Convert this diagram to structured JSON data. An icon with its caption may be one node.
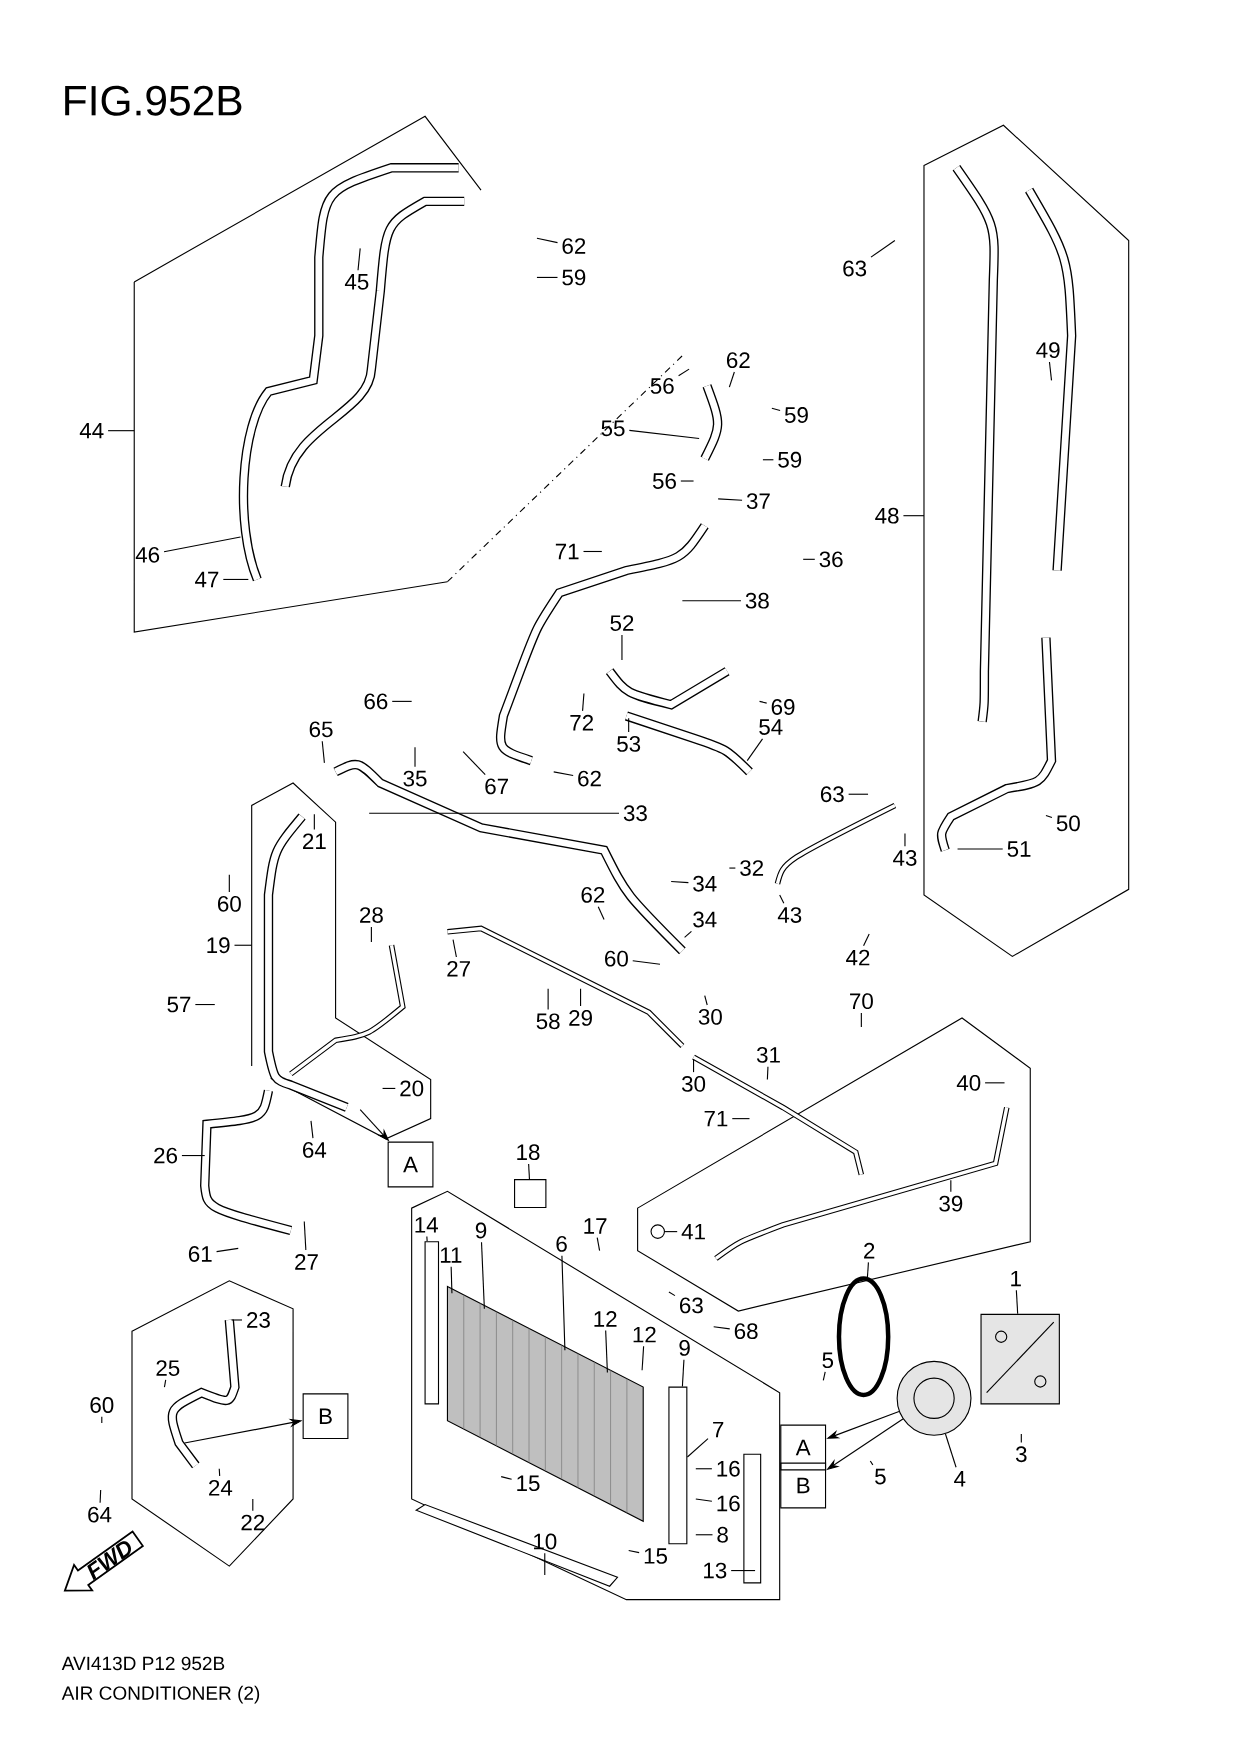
{
  "diagram": {
    "title": "FIG.952B",
    "nodes": [
      {
        "text": [
          "45"
        ]
      },
      {
        "text": [
          "62"
        ]
      },
      {
        "text": [
          "59"
        ]
      },
      {
        "text": [
          "44"
        ]
      },
      {
        "text": [
          "46"
        ]
      },
      {
        "text": [
          "47"
        ]
      },
      {
        "text": [
          "62"
        ]
      },
      {
        "text": [
          "56"
        ]
      },
      {
        "text": [
          "55"
        ]
      },
      {
        "text": [
          "59"
        ]
      },
      {
        "text": [
          "59"
        ]
      },
      {
        "text": [
          "56"
        ]
      },
      {
        "text": [
          "37"
        ]
      },
      {
        "text": [
          "36"
        ]
      },
      {
        "text": [
          "71"
        ]
      },
      {
        "text": [
          "38"
        ]
      },
      {
        "text": [
          "52"
        ]
      },
      {
        "text": [
          "72"
        ]
      },
      {
        "text": [
          "69"
        ]
      },
      {
        "text": [
          "53"
        ]
      },
      {
        "text": [
          "54"
        ]
      },
      {
        "text": [
          "66"
        ]
      },
      {
        "text": [
          "65"
        ]
      },
      {
        "text": [
          "35"
        ]
      },
      {
        "text": [
          "67"
        ]
      },
      {
        "text": [
          "62"
        ]
      },
      {
        "text": [
          "33"
        ]
      },
      {
        "text": [
          "32"
        ]
      },
      {
        "text": [
          "34"
        ]
      },
      {
        "text": [
          "34"
        ]
      },
      {
        "text": [
          "62"
        ]
      },
      {
        "text": [
          "60"
        ]
      },
      {
        "text": [
          "21"
        ]
      },
      {
        "text": [
          "60"
        ]
      },
      {
        "text": [
          "19"
        ]
      },
      {
        "text": [
          "28"
        ]
      },
      {
        "text": [
          "27"
        ]
      },
      {
        "text": [
          "29"
        ]
      },
      {
        "text": [
          "58"
        ]
      },
      {
        "text": [
          "30"
        ]
      },
      {
        "text": [
          "30"
        ]
      },
      {
        "text": [
          "31"
        ]
      },
      {
        "text": [
          "57"
        ]
      },
      {
        "text": [
          "20"
        ]
      },
      {
        "text": [
          "64"
        ]
      },
      {
        "text": [
          "26"
        ]
      },
      {
        "text": [
          "A"
        ]
      },
      {
        "text": [
          "70"
        ]
      },
      {
        "text": [
          "40"
        ]
      },
      {
        "text": [
          "71"
        ]
      },
      {
        "text": [
          "39"
        ]
      },
      {
        "text": [
          "41"
        ]
      },
      {
        "text": [
          "18"
        ]
      },
      {
        "text": [
          "17"
        ]
      },
      {
        "text": [
          "14"
        ]
      },
      {
        "text": [
          "11"
        ]
      },
      {
        "text": [
          "9"
        ]
      },
      {
        "text": [
          "6"
        ]
      },
      {
        "text": [
          "63"
        ]
      },
      {
        "text": [
          "68"
        ]
      },
      {
        "text": [
          "61"
        ]
      },
      {
        "text": [
          "27"
        ]
      },
      {
        "text": [
          "23"
        ]
      },
      {
        "text": [
          "25"
        ]
      },
      {
        "text": [
          "60"
        ]
      },
      {
        "text": [
          "B"
        ]
      },
      {
        "text": [
          "24"
        ]
      },
      {
        "text": [
          "64"
        ]
      },
      {
        "text": [
          "22"
        ]
      },
      {
        "text": [
          "12"
        ]
      },
      {
        "text": [
          "12"
        ]
      },
      {
        "text": [
          "9"
        ]
      },
      {
        "text": [
          "7"
        ]
      },
      {
        "text": [
          "16"
        ]
      },
      {
        "text": [
          "16"
        ]
      },
      {
        "text": [
          "15"
        ]
      },
      {
        "text": [
          "10"
        ]
      },
      {
        "text": [
          "8"
        ]
      },
      {
        "text": [
          "15"
        ]
      },
      {
        "text": [
          "13"
        ]
      },
      {
        "text": [
          "2"
        ]
      },
      {
        "text": [
          "1"
        ]
      },
      {
        "text": [
          "5"
        ]
      },
      {
        "text": [
          "A"
        ]
      },
      {
        "text": [
          "4"
        ]
      },
      {
        "text": [
          "3"
        ]
      },
      {
        "text": [
          "5"
        ]
      },
      {
        "text": [
          "B"
        ]
      },
      {
        "text": [
          "63"
        ]
      },
      {
        "text": [
          "49"
        ]
      },
      {
        "text": [
          "48"
        ]
      },
      {
        "text": [
          "50"
        ]
      },
      {
        "text": [
          "51"
        ]
      },
      {
        "text": [
          "63"
        ]
      },
      {
        "text": [
          "43"
        ]
      },
      {
        "text": [
          "43"
        ]
      },
      {
        "text": [
          "42"
        ]
      },
      {
        "text": [],
        "shape": "bar"
      },
      {
        "text": [],
        "shape": "box"
      },
      {
        "text": [],
        "shape": "picture"
      },
      {
        "text": [],
        "shape": "circle"
      },
      {
        "text": [],
        "shape": "bar"
      },
      {
        "text": [],
        "shape": "belt"
      },
      {
        "text": [],
        "shape": "picture"
      },
      {
        "text": [],
        "shape": "picture"
      }
    ],
    "edges": [
      {
        "from": 0,
        "to": null,
        "arrow": "none"
      },
      {
        "from": 1,
        "to": null,
        "arrow": "none"
      },
      {
        "from": 2,
        "to": null,
        "arrow": "none"
      },
      {
        "from": 3,
        "to": null,
        "arrow": "none"
      },
      {
        "from": 4,
        "to": null,
        "arrow": "none"
      },
      {
        "from": 5,
        "to": null,
        "arrow": "none"
      },
      {
        "from": 6,
        "to": null,
        "arrow": "none"
      },
      {
        "from": 7,
        "to": null,
        "arrow": "none"
      },
      {
        "from": 8,
        "to": null,
        "arrow": "none"
      },
      {
        "from": 9,
        "to": null,
        "arrow": "none"
      },
      {
        "from": 10,
        "to": null,
        "arrow": "none"
      },
      {
        "from": 11,
        "to": null,
        "arrow": "none"
      },
      {
        "from": 12,
        "to": null,
        "arrow": "none"
      },
      {
        "from": 13,
        "to": null,
        "arrow": "none"
      },
      {
        "from": 14,
        "to": null,
        "arrow": "none"
      },
      {
        "from": 15,
        "to": null,
        "arrow": "none"
      },
      {
        "from": 16,
        "to": null,
        "arrow": "none"
      },
      {
        "from": 17,
        "to": null,
        "arrow": "none"
      },
      {
        "from": 18,
        "to": null,
        "arrow": "none"
      },
      {
        "from": 19,
        "to": null,
        "arrow": "none"
      },
      {
        "from": 20,
        "to": null,
        "arrow": "none"
      },
      {
        "from": 21,
        "to": null,
        "arrow": "none"
      },
      {
        "from": 22,
        "to": null,
        "arrow": "none"
      },
      {
        "from": 23,
        "to": null,
        "arrow": "none"
      },
      {
        "from": 24,
        "to": null,
        "arrow": "none"
      },
      {
        "from": 25,
        "to": null,
        "arrow": "none"
      },
      {
        "from": 26,
        "to": null,
        "arrow": "none"
      },
      {
        "from": 27,
        "to": null,
        "arrow": "none"
      },
      {
        "from": 28,
        "to": null,
        "arrow": "none"
      },
      {
        "from": 29,
        "to": null,
        "arrow": "none"
      },
      {
        "from": 30,
        "to": null,
        "arrow": "none"
      },
      {
        "from": 31,
        "to": null,
        "arrow": "none"
      },
      {
        "from": 32,
        "to": null,
        "arrow": "none"
      },
      {
        "from": 33,
        "to": null,
        "arrow": "none"
      },
      {
        "from": 34,
        "to": null,
        "arrow": "none"
      },
      {
        "from": 35,
        "to": null,
        "arrow": "none"
      },
      {
        "from": 36,
        "to": null,
        "arrow": "none"
      },
      {
        "from": 37,
        "to": null,
        "arrow": "none"
      },
      {
        "from": 38,
        "to": null,
        "arrow": "none"
      },
      {
        "from": 39,
        "to": null,
        "arrow": "none"
      },
      {
        "from": 40,
        "to": null,
        "arrow": "none"
      },
      {
        "from": 41,
        "to": null,
        "arrow": "none"
      },
      {
        "from": 42,
        "to": null,
        "arrow": "none"
      },
      {
        "from": 43,
        "to": null,
        "arrow": "none"
      },
      {
        "from": 44,
        "to": null,
        "arrow": "none"
      },
      {
        "from": 45,
        "to": null,
        "arrow": "none"
      },
      {
        "from": null,
        "to": 46,
        "arrow": "to"
      },
      {
        "from": 47,
        "to": null,
        "arrow": "none"
      },
      {
        "from": 48,
        "to": null,
        "arrow": "none"
      },
      {
        "from": 49,
        "to": null,
        "arrow": "none"
      },
      {
        "from": 50,
        "to": null,
        "arrow": "none"
      },
      {
        "from": 51,
        "to": 100,
        "arrow": "none"
      },
      {
        "from": 52,
        "to": 98,
        "arrow": "none"
      },
      {
        "from": 53,
        "to": null,
        "arrow": "none"
      },
      {
        "from": 54,
        "to": 97,
        "arrow": "none"
      },
      {
        "from": 55,
        "to": 99,
        "arrow": "none"
      },
      {
        "from": 56,
        "to": 99,
        "arrow": "none"
      },
      {
        "from": 57,
        "to": 99,
        "arrow": "none"
      },
      {
        "from": 58,
        "to": null,
        "arrow": "none"
      },
      {
        "from": 59,
        "to": null,
        "arrow": "none"
      },
      {
        "from": 60,
        "to": null,
        "arrow": "none"
      },
      {
        "from": 61,
        "to": null,
        "arrow": "none"
      },
      {
        "from": 62,
        "to": null,
        "arrow": "none"
      },
      {
        "from": 63,
        "to": null,
        "arrow": "none"
      },
      {
        "from": 64,
        "to": null,
        "arrow": "none"
      },
      {
        "from": null,
        "to": 65,
        "arrow": "to"
      },
      {
        "from": 66,
        "to": null,
        "arrow": "none"
      },
      {
        "from": 67,
        "to": null,
        "arrow": "none"
      },
      {
        "from": 68,
        "to": null,
        "arrow": "none"
      },
      {
        "from": 69,
        "to": 99,
        "arrow": "none"
      },
      {
        "from": 70,
        "to": null,
        "arrow": "none"
      },
      {
        "from": 71,
        "to": 101,
        "arrow": "none"
      },
      {
        "from": 72,
        "to": 101,
        "arrow": "none"
      },
      {
        "from": 73,
        "to": null,
        "arrow": "none"
      },
      {
        "from": 74,
        "to": null,
        "arrow": "none"
      },
      {
        "from": 75,
        "to": null,
        "arrow": "none"
      },
      {
        "from": 76,
        "to": null,
        "arrow": "none"
      },
      {
        "from": 77,
        "to": null,
        "arrow": "none"
      },
      {
        "from": 78,
        "to": null,
        "arrow": "none"
      },
      {
        "from": 79,
        "to": null,
        "arrow": "none"
      },
      {
        "from": 80,
        "to": 102,
        "arrow": "none"
      },
      {
        "from": 81,
        "to": 104,
        "arrow": "none"
      },
      {
        "from": 82,
        "to": null,
        "arrow": "none"
      },
      {
        "from": 103,
        "to": 83,
        "arrow": "to"
      },
      {
        "from": 84,
        "to": 103,
        "arrow": "none"
      },
      {
        "from": 85,
        "to": null,
        "arrow": "none"
      },
      {
        "from": 86,
        "to": null,
        "arrow": "none"
      },
      {
        "from": 103,
        "to": 87,
        "arrow": "to"
      },
      {
        "from": 88,
        "to": null,
        "arrow": "none"
      },
      {
        "from": 89,
        "to": null,
        "arrow": "none"
      },
      {
        "from": 90,
        "to": null,
        "arrow": "none"
      },
      {
        "from": 91,
        "to": null,
        "arrow": "none"
      },
      {
        "from": 92,
        "to": null,
        "arrow": "none"
      },
      {
        "from": 93,
        "to": null,
        "arrow": "none"
      },
      {
        "from": 94,
        "to": null,
        "arrow": "none"
      },
      {
        "from": 95,
        "to": null,
        "arrow": "none"
      },
      {
        "from": 96,
        "to": null,
        "arrow": "none"
      }
    ],
    "labels": [
      "FWD",
      "AVI413D P12 952B",
      "AIR CONDITIONER (2)"
    ]
  }
}
